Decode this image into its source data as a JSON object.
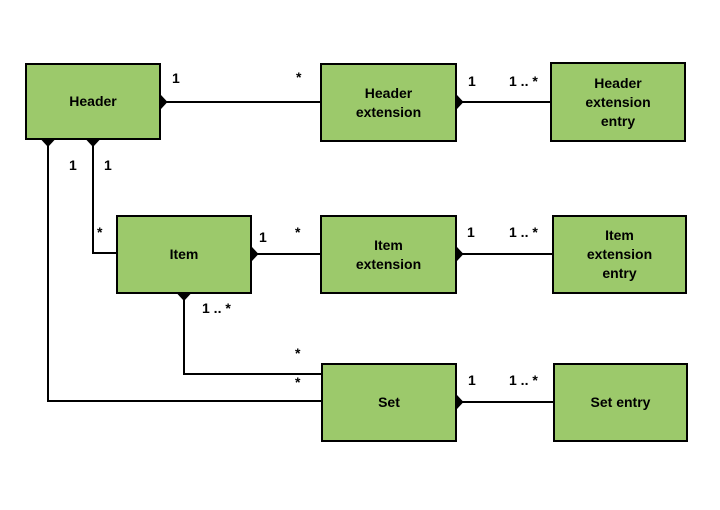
{
  "entities": {
    "header": {
      "label": "Header"
    },
    "header_extension": {
      "label": "Header extension"
    },
    "header_extension_entry": {
      "label": "Header extension entry"
    },
    "item": {
      "label": "Item"
    },
    "item_extension": {
      "label": "Item extension"
    },
    "item_extension_entry": {
      "label": "Item extension entry"
    },
    "set": {
      "label": "Set"
    },
    "set_entry": {
      "label": "Set entry"
    }
  },
  "connections": [
    {
      "from": "Header",
      "to": "Header extension",
      "aggregation_end": "Header",
      "end1": "1",
      "end2": "*"
    },
    {
      "from": "Header extension",
      "to": "Header extension entry",
      "aggregation_end": "Header extension",
      "end1": "1",
      "end2": "1 .. *"
    },
    {
      "from": "Header",
      "to": "Item",
      "aggregation_end": "Header",
      "end1": "1",
      "end2": "*"
    },
    {
      "from": "Header",
      "to": "Set",
      "aggregation_end": "Header",
      "end1": "1",
      "end2": "*"
    },
    {
      "from": "Item",
      "to": "Item extension",
      "aggregation_end": "Item",
      "end1": "1",
      "end2": "*"
    },
    {
      "from": "Item extension",
      "to": "Item extension entry",
      "aggregation_end": "Item extension",
      "end1": "1",
      "end2": "1 .. *"
    },
    {
      "from": "Item",
      "to": "Set",
      "aggregation_end": "Item",
      "end1": "1 .. *",
      "end2": "*"
    },
    {
      "from": "Set",
      "to": "Set entry",
      "aggregation_end": "Set",
      "end1": "1",
      "end2": "1 .. *"
    }
  ],
  "colors": {
    "entity_fill": "#9CC96B",
    "entity_border": "#000000",
    "connector": "#000000",
    "text": "#000000",
    "background": "#FFFFFF"
  }
}
